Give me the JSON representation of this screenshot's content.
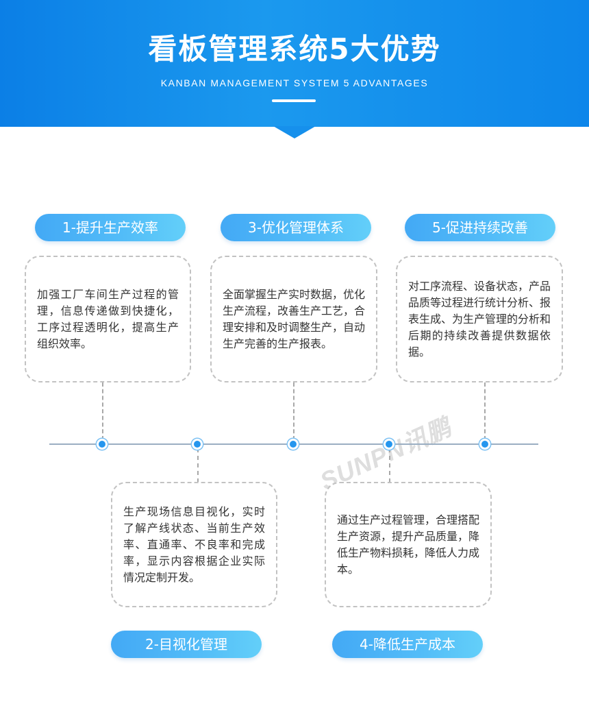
{
  "header": {
    "title": "看板管理系统5大优势",
    "subtitle": "KANBAN MANAGEMENT SYSTEM 5 ADVANTAGES"
  },
  "advantages": [
    {
      "label": "1-提升生产效率",
      "text": "加强工厂车间生产过程的管理，信息传递做到快捷化，工序过程透明化，提高生产组织效率。"
    },
    {
      "label": "2-目视化管理",
      "text": "生产现场信息目视化，实时了解产线状态、当前生产效率、直通率、不良率和完成率，显示内容根据企业实际情况定制开发。"
    },
    {
      "label": "3-优化管理体系",
      "text": "全面掌握生产实时数据，优化生产流程，改善生产工艺，合理安排和及时调整生产，自动生产完善的生产报表。"
    },
    {
      "label": "4-降低生产成本",
      "text": "通过生产过程管理，合理搭配生产资源，提升产品质量，降低生产物料损耗，降低人力成本。"
    },
    {
      "label": "5-促进持续改善",
      "text": "对工序流程、设备状态，产品品质等过程进行统计分析、报表生成、为生产管理的分析和后期的持续改善提供数据依据。"
    }
  ],
  "watermark": "SUNPN讯鹏",
  "colors": {
    "header_blue": "#1690ec",
    "pill_blue": "#4fb6f7",
    "dot_blue": "#2596ee",
    "card_border": "#c2c2c2"
  }
}
